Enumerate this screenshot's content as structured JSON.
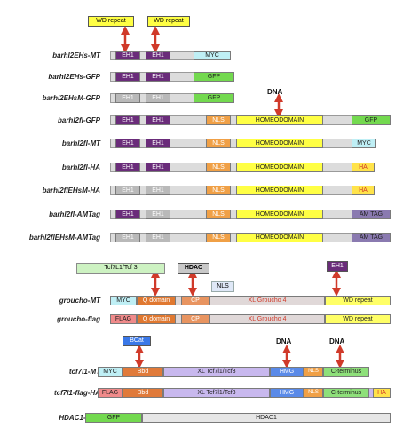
{
  "colors": {
    "eh1": "#6a2c7a",
    "eh1_faded": "#b9b9b9",
    "myc": "#bfeff5",
    "gfp": "#73d94f",
    "nls": "#f0a046",
    "homeodomain": "#ffff44",
    "ha": "#ffe34a",
    "amtag": "#8a7ab0",
    "grey": "#dcdcdc",
    "flag": "#f08a8a",
    "qdomain": "#e07830",
    "cp": "#e89460",
    "xlgroucho": "#e0d8d8",
    "wdrepeat": "#ffff66",
    "bbd": "#e07a3a",
    "xltcf": "#c8b8ee",
    "hmg": "#5a8ae8",
    "cterm": "#8ee07a",
    "bcat": "#3a78e8",
    "tcf_tag": "#cdf2c2",
    "hdac_tag": "#c8c8c8",
    "arrow": "#d03a2a"
  },
  "tags": {
    "wd1": "WD repeat",
    "wd2": "WD repeat",
    "dna1": "DNA",
    "tcf": "Tcf7L1/Tcf 3",
    "hdac": "HDAC",
    "nls": "NLS",
    "eh1": "EH1",
    "bcat": "BCat",
    "dna2": "DNA",
    "dna3": "DNA"
  },
  "constructs": [
    {
      "label": "barhl2EHs-MT"
    },
    {
      "label": "barhl2EHs-GFP"
    },
    {
      "label": "barhl2EHsM-GFP"
    },
    {
      "label": "barhl2fl-GFP"
    },
    {
      "label": "barhl2fl-MT"
    },
    {
      "label": "barhl2fl-HA"
    },
    {
      "label": "barhl2flEHsM-HA"
    },
    {
      "label": "barhl2fl-AMTag"
    },
    {
      "label": "barhl2flEHsM-AMTag"
    },
    {
      "label": "groucho-MT"
    },
    {
      "label": "groucho-flag"
    },
    {
      "label": "tcf7l1-MT"
    },
    {
      "label": "tcf7l1-flag-HA"
    },
    {
      "label": "HDAC1-GFP"
    }
  ],
  "domains": {
    "eh1": "EH1",
    "myc": "MYC",
    "gfp": "GFP",
    "nls": "NLS",
    "hd": "HOMEODOMAIN",
    "ha": "HA",
    "amtag": "AM TAG",
    "flag": "FLAG",
    "qdomain": "Q domain",
    "cp": "CP",
    "xlgro": "XL Groucho 4",
    "wd": "WD repeat",
    "bbd": "Bbd",
    "xltcf": "XL Tcf7l1/Tcf3",
    "hmg": "HMG",
    "cterm": "C-terminus",
    "hdac1": "HDAC1"
  }
}
